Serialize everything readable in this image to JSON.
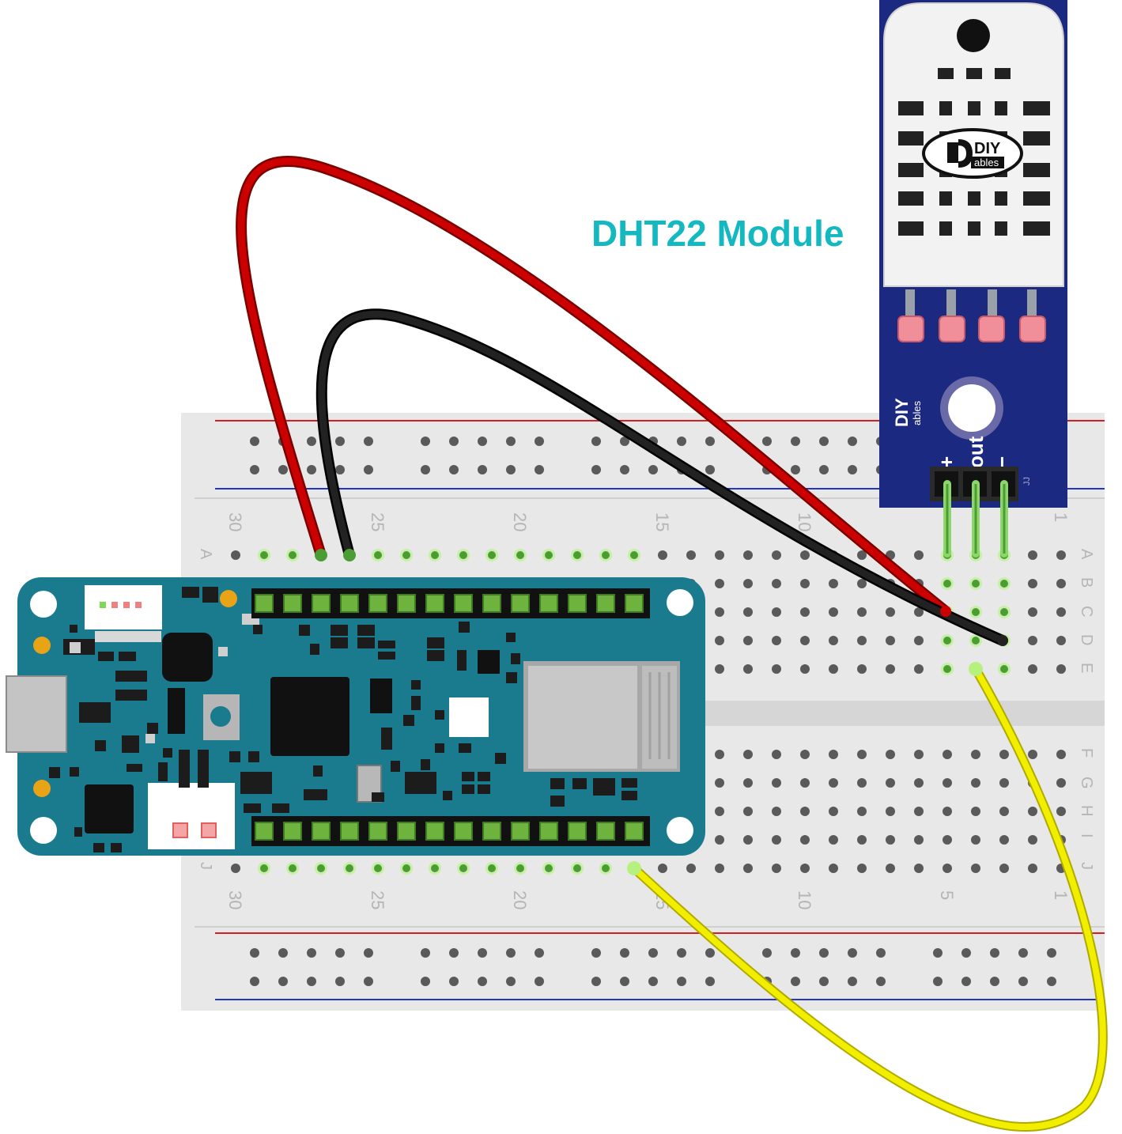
{
  "title": "DHT22 Module",
  "breadboard": {
    "column_numbers": [
      "30",
      "25",
      "20",
      "15",
      "10",
      "5",
      "1"
    ],
    "row_letters_top": [
      "A",
      "B",
      "C",
      "D",
      "E"
    ],
    "row_letters_bottom": [
      "F",
      "G",
      "H",
      "I",
      "J"
    ]
  },
  "sensor": {
    "brand_main": "DIY",
    "brand_sub": "ables",
    "pin_labels": [
      "+",
      "out",
      "−"
    ],
    "pcb_code": "JJ"
  },
  "wires": [
    {
      "name": "power-wire",
      "color": "#cc0000"
    },
    {
      "name": "ground-wire",
      "color": "#111111"
    },
    {
      "name": "data-wire",
      "color": "#f2ee00"
    }
  ],
  "colors": {
    "board_teal": "#1a7a8e",
    "sensor_pcb": "#1b2a80",
    "breadboard": "#e8e8e8",
    "active_hole": "#7ed957",
    "header_green": "#6fb33f",
    "title": "#14b8c0"
  }
}
